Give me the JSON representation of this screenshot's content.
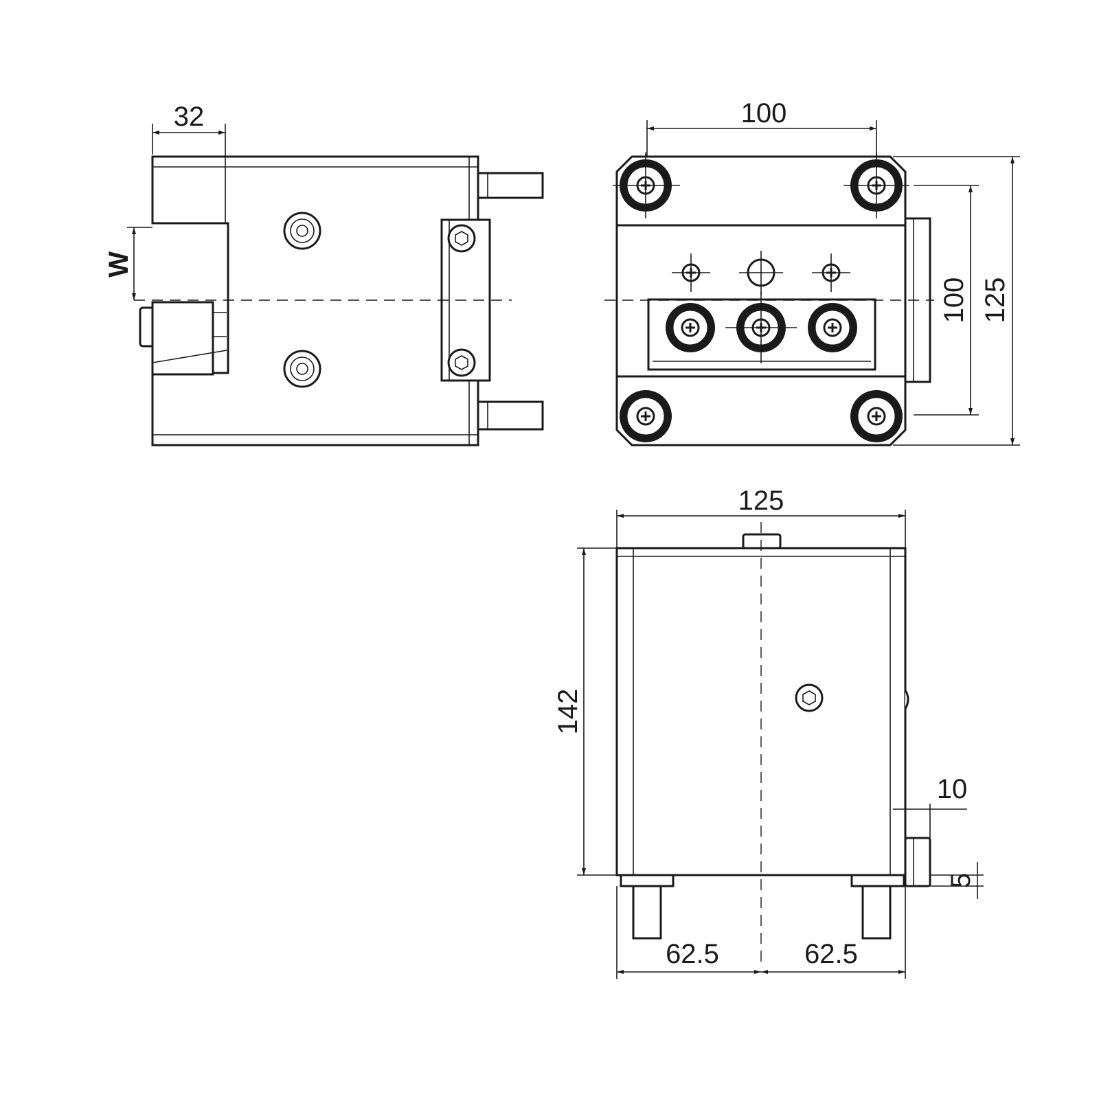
{
  "colors": {
    "line": "#1a1a1a",
    "background": "#ffffff"
  },
  "dimensions": {
    "side_width": "32",
    "side_w": "W",
    "front_top_width": "100",
    "front_inner_height": "100",
    "front_outer_height": "125",
    "bottom_width": "125",
    "bottom_height": "142",
    "bottom_offset": "10",
    "bottom_small": "5",
    "bottom_left_half": "62.5",
    "bottom_right_half": "62.5"
  }
}
